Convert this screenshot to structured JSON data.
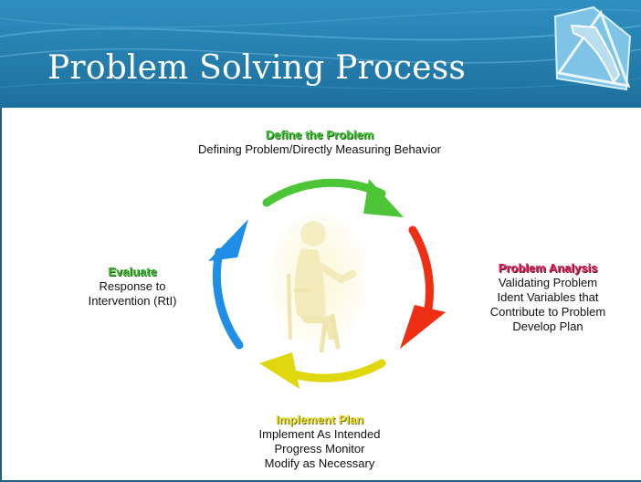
{
  "slide": {
    "title": "Problem Solving Process",
    "colors": {
      "header": "#2386b8",
      "green": "#4cc636",
      "red": "#ee2f14",
      "yellow": "#e0d70c",
      "blue": "#1f8ee6"
    }
  },
  "steps": {
    "define": {
      "title": "Define the Problem",
      "lines": [
        "Defining Problem/Directly Measuring Behavior"
      ]
    },
    "analysis": {
      "title": "Problem Analysis",
      "lines": [
        "Validating Problem",
        "Ident Variables that",
        "Contribute to Problem",
        "Develop Plan"
      ]
    },
    "implement": {
      "title": "Implement Plan",
      "lines": [
        "Implement As Intended",
        "Progress Monitor",
        "Modify as Necessary"
      ]
    },
    "evaluate": {
      "title": "Evaluate",
      "lines": [
        "Response to",
        "Intervention (RtI)"
      ]
    }
  }
}
